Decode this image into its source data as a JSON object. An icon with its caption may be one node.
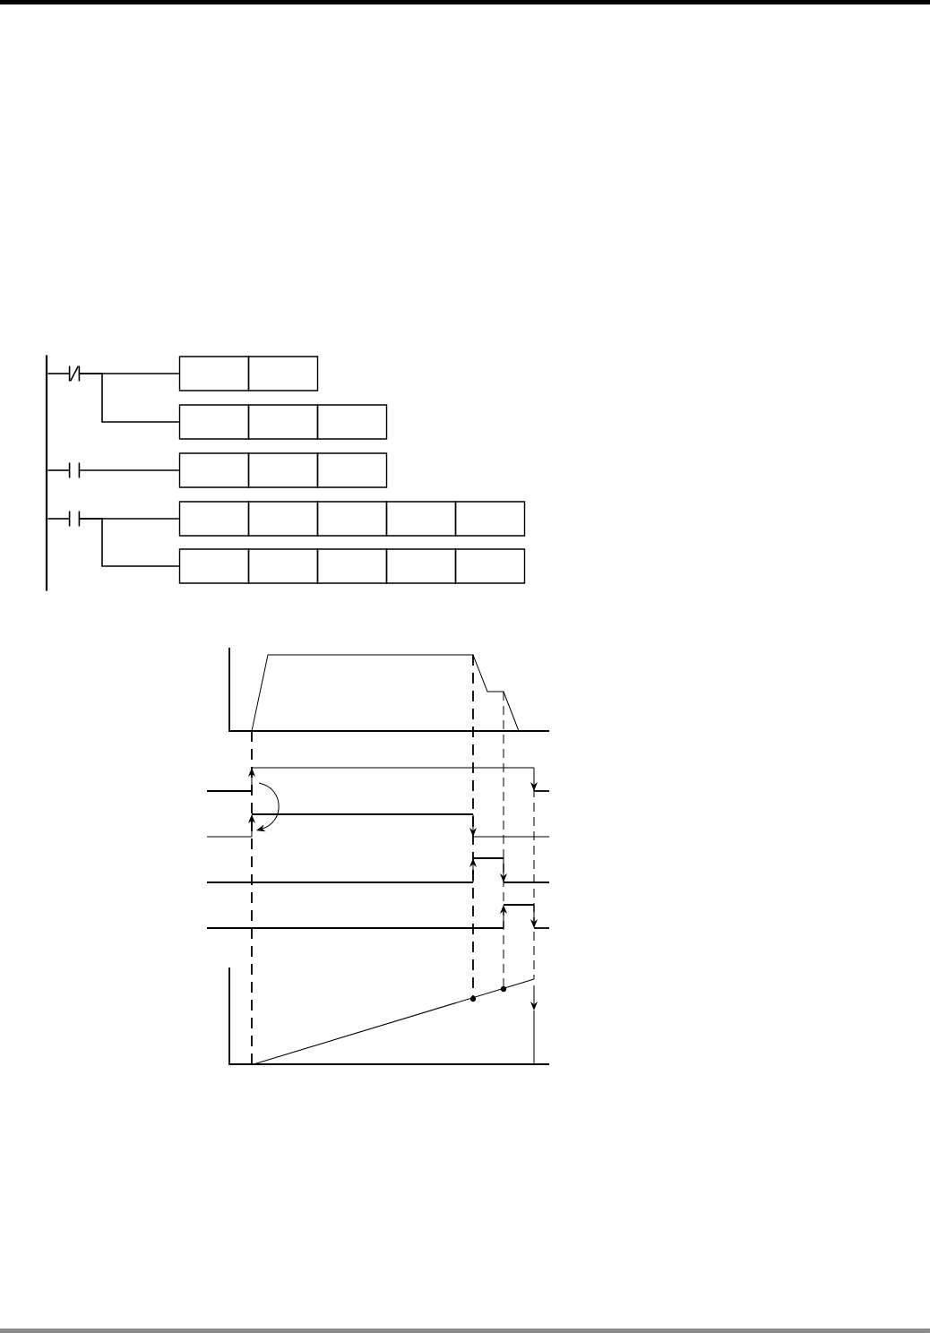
{
  "diagram": {
    "nodes": [
      {
        "text": [],
        "shape": "bar"
      },
      {
        "text": [],
        "shape": "slashed-contact"
      },
      {
        "text": [],
        "shape": "box"
      },
      {
        "text": [],
        "shape": "box"
      },
      {
        "text": [],
        "shape": "box"
      },
      {
        "text": [],
        "shape": "box"
      },
      {
        "text": [],
        "shape": "box"
      },
      {
        "text": [],
        "shape": "contact"
      },
      {
        "text": [],
        "shape": "box"
      },
      {
        "text": [],
        "shape": "box"
      },
      {
        "text": [],
        "shape": "box"
      },
      {
        "text": [],
        "shape": "contact"
      },
      {
        "text": [],
        "shape": "box"
      },
      {
        "text": [],
        "shape": "box"
      },
      {
        "text": [],
        "shape": "box"
      },
      {
        "text": [],
        "shape": "box"
      },
      {
        "text": [],
        "shape": "box"
      },
      {
        "text": [],
        "shape": "box"
      },
      {
        "text": [],
        "shape": "box"
      },
      {
        "text": [],
        "shape": "box"
      },
      {
        "text": [],
        "shape": "box"
      },
      {
        "text": [],
        "shape": "box"
      }
    ],
    "edges": [
      {
        "from": 0,
        "to": 1,
        "arrow": "none"
      },
      {
        "from": 1,
        "to": 2,
        "arrow": "none"
      },
      {
        "from": 1,
        "to": 4,
        "arrow": "none"
      },
      {
        "from": 0,
        "to": 7,
        "arrow": "none"
      },
      {
        "from": 7,
        "to": 8,
        "arrow": "none"
      },
      {
        "from": 0,
        "to": 11,
        "arrow": "none"
      },
      {
        "from": 11,
        "to": 12,
        "arrow": "none"
      },
      {
        "from": 11,
        "to": 17,
        "arrow": "none"
      }
    ]
  }
}
